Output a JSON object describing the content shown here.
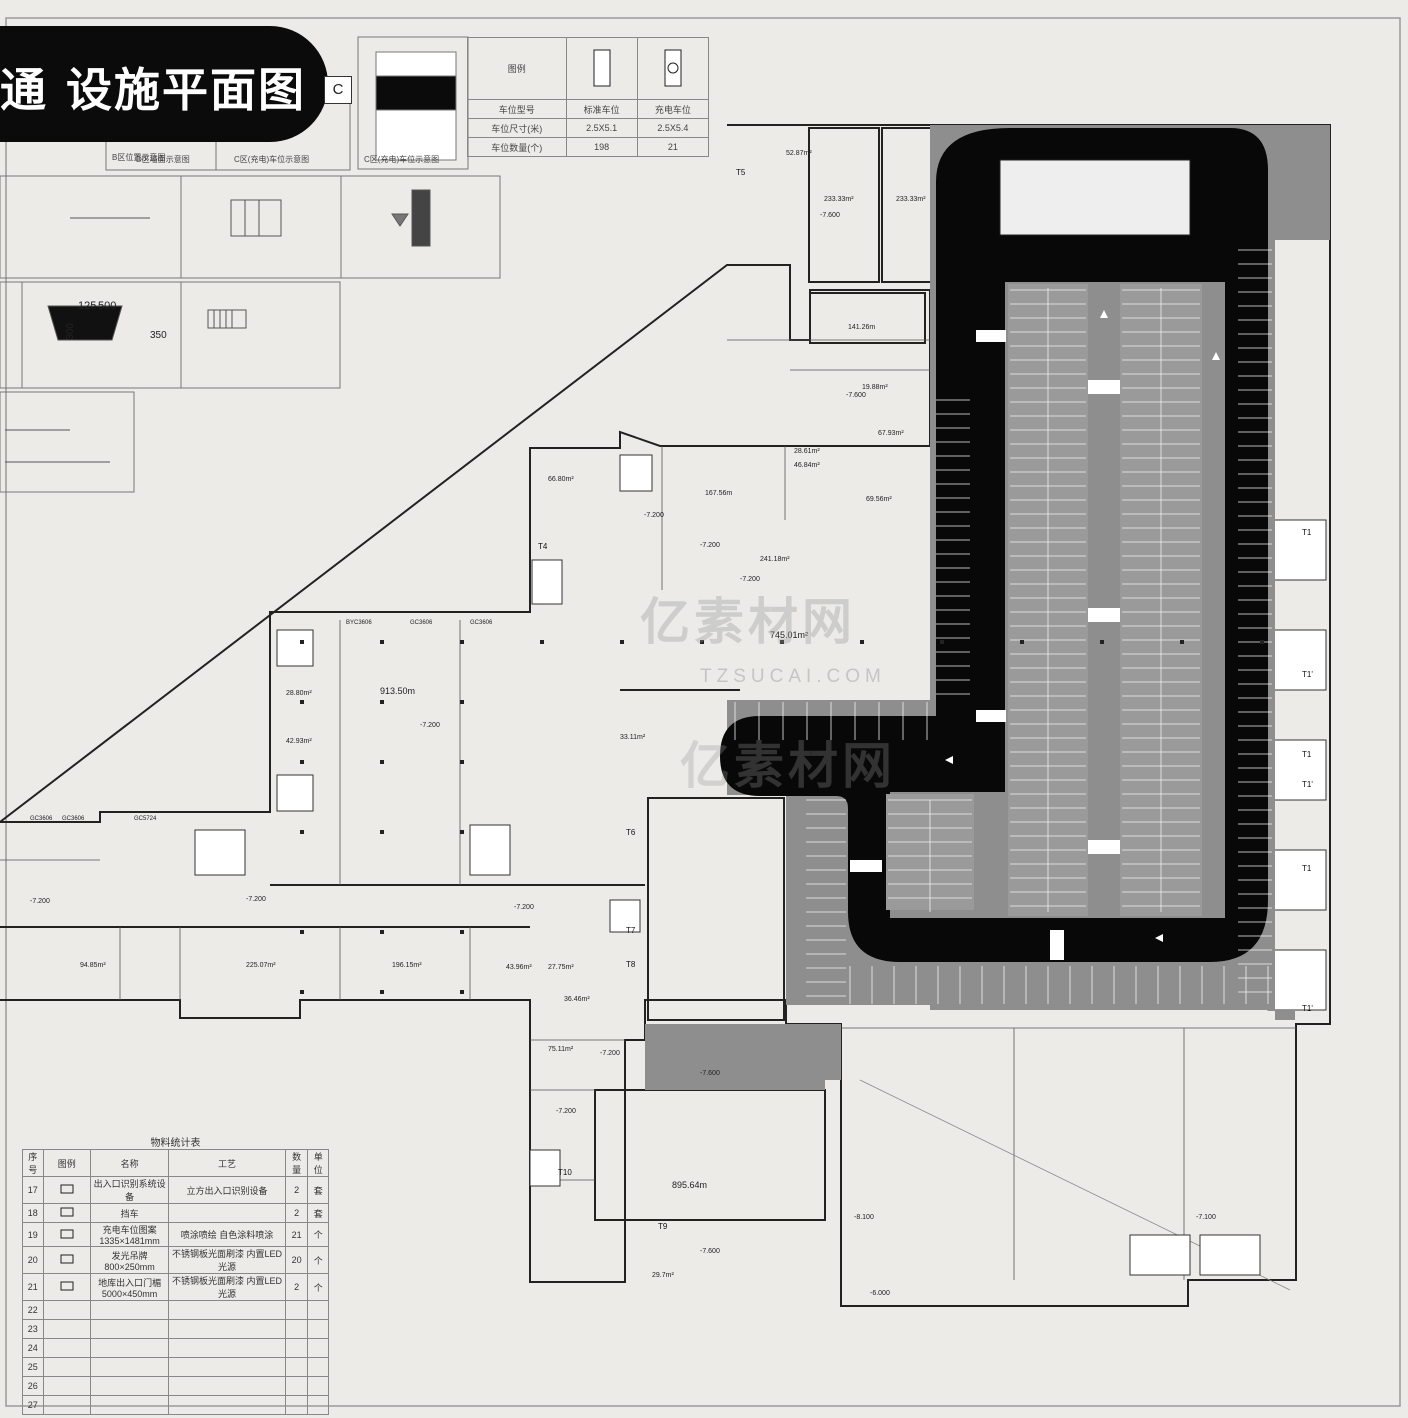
{
  "title": "通 设施平面图",
  "legend": {
    "header": "图例",
    "rows": [
      {
        "label": "车位型号",
        "a": "标准车位",
        "b": "充电车位"
      },
      {
        "label": "车位尺寸(米)",
        "a": "2.5X5.1",
        "b": "2.5X5.4"
      },
      {
        "label": "车位数量(个)",
        "a": "198",
        "b": "21"
      }
    ]
  },
  "top_letter": "C",
  "sheet_captions": [
    "B区位置示意图",
    "D区墙面示意图",
    "C区(充电)车位示意图",
    "C区(充电)车位示意图"
  ],
  "detail_labels": {
    "d1": "125",
    "d2": "500",
    "d3": "300",
    "d4": "350"
  },
  "areas": [
    {
      "t": "52.87m²"
    },
    {
      "t": "233.33m²"
    },
    {
      "t": "233.33m²"
    },
    {
      "t": "141.26m"
    },
    {
      "t": "66.80m²"
    },
    {
      "t": "167.56m"
    },
    {
      "t": "241.18m²"
    },
    {
      "t": "745.01m²"
    },
    {
      "t": "913.50m"
    },
    {
      "t": "28.80m²"
    },
    {
      "t": "42.93m²"
    },
    {
      "t": "33.11m²"
    },
    {
      "t": "94.85m²"
    },
    {
      "t": "225.07m²"
    },
    {
      "t": "196.15m²"
    },
    {
      "t": "43.96m²"
    },
    {
      "t": "27.75m²"
    },
    {
      "t": "36.46m²"
    },
    {
      "t": "75.11m²"
    },
    {
      "t": "895.64m"
    },
    {
      "t": "29.7m²"
    },
    {
      "t": "46.84m²"
    },
    {
      "t": "28.61m²"
    },
    {
      "t": "67.93m²"
    },
    {
      "t": "69.56m²"
    },
    {
      "t": "19.88m²"
    }
  ],
  "levels": [
    "-7.600",
    "-7.200",
    "-6.000",
    "-8.100",
    "-7.100"
  ],
  "core_tags": [
    "T1",
    "T1'",
    "T1",
    "T1'",
    "T1",
    "T1'",
    "T4",
    "T5",
    "T6",
    "T7",
    "T8",
    "T9",
    "T10"
  ],
  "window_tags": [
    "GC3606",
    "GC3606",
    "GC5724",
    "BYC3606",
    "GC3606",
    "GC3606"
  ],
  "watermark": {
    "name": "亿素材网",
    "site": "TZSUCAI.COM"
  },
  "materials": {
    "caption": "物料统计表",
    "headers": [
      "序号",
      "图例",
      "名称",
      "工艺",
      "数量",
      "单位"
    ],
    "rows": [
      {
        "no": "17",
        "name": "出入口识别系统设备",
        "craft": "立方出入口识别设备",
        "qty": "2",
        "unit": "套"
      },
      {
        "no": "18",
        "name": "挡车",
        "craft": "",
        "qty": "2",
        "unit": "套"
      },
      {
        "no": "19",
        "name": "充电车位图案 1335×1481mm",
        "craft": "喷涂喷绘 自色涂料喷涂",
        "qty": "21",
        "unit": "个"
      },
      {
        "no": "20",
        "name": "发光吊牌 800×250mm",
        "craft": "不锈钢板光面刷漆 内置LED光源",
        "qty": "20",
        "unit": "个"
      },
      {
        "no": "21",
        "name": "地库出入口门楣 5000×450mm",
        "craft": "不锈钢板光面刷漆 内置LED光源",
        "qty": "2",
        "unit": "个"
      },
      {
        "no": "22",
        "name": "",
        "craft": "",
        "qty": "",
        "unit": ""
      },
      {
        "no": "23",
        "name": "",
        "craft": "",
        "qty": "",
        "unit": ""
      },
      {
        "no": "24",
        "name": "",
        "craft": "",
        "qty": "",
        "unit": ""
      },
      {
        "no": "25",
        "name": "",
        "craft": "",
        "qty": "",
        "unit": ""
      },
      {
        "no": "26",
        "name": "",
        "craft": "",
        "qty": "",
        "unit": ""
      },
      {
        "no": "27",
        "name": "",
        "craft": "",
        "qty": "",
        "unit": ""
      }
    ]
  }
}
